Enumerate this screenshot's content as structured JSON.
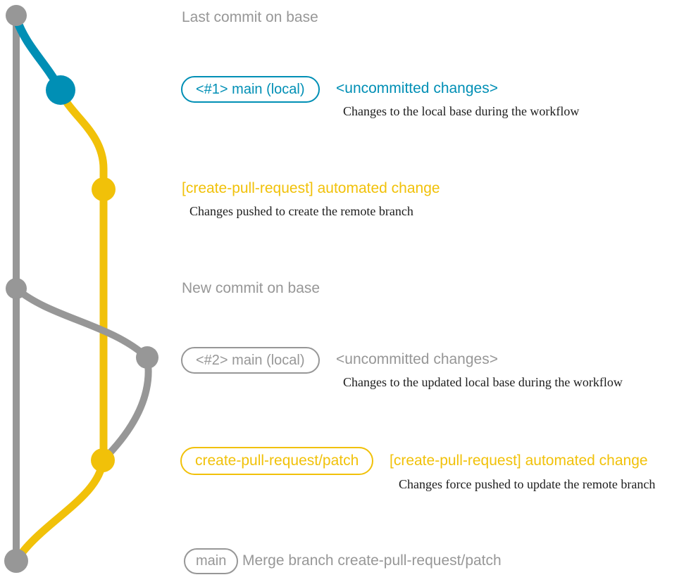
{
  "colors": {
    "gray": "#979797",
    "blue": "#008fb5",
    "yellow": "#f1c109",
    "ink": "#1c1c1c"
  },
  "graph": {
    "type": "git-branch-diagram",
    "branches": [
      {
        "name": "base (remote main)",
        "color_key": "gray"
      },
      {
        "name": "main (local)",
        "color_key": "blue"
      },
      {
        "name": "create-pull-request/patch",
        "color_key": "yellow"
      }
    ]
  },
  "rows": [
    {
      "kind": "plain",
      "color": "gray",
      "text": "Last commit on base"
    },
    {
      "kind": "commit",
      "color": "blue",
      "badge": "<#1> main (local)",
      "message": "<uncommitted changes>",
      "note": "Changes to the local base during the workflow"
    },
    {
      "kind": "commit",
      "color": "yellow",
      "message": "[create-pull-request] automated change",
      "note": "Changes pushed to create the remote branch"
    },
    {
      "kind": "plain",
      "color": "gray",
      "text": "New commit on base"
    },
    {
      "kind": "commit",
      "color": "gray",
      "badge": "<#2> main (local)",
      "message": "<uncommitted changes>",
      "note": "Changes to the updated local base during the workflow"
    },
    {
      "kind": "commit",
      "color": "yellow",
      "badge": "create-pull-request/patch",
      "message": "[create-pull-request] automated change",
      "note": "Changes force pushed to update the remote branch"
    },
    {
      "kind": "commit",
      "color": "gray",
      "badge": "main",
      "message": "Merge branch create-pull-request/patch"
    }
  ]
}
